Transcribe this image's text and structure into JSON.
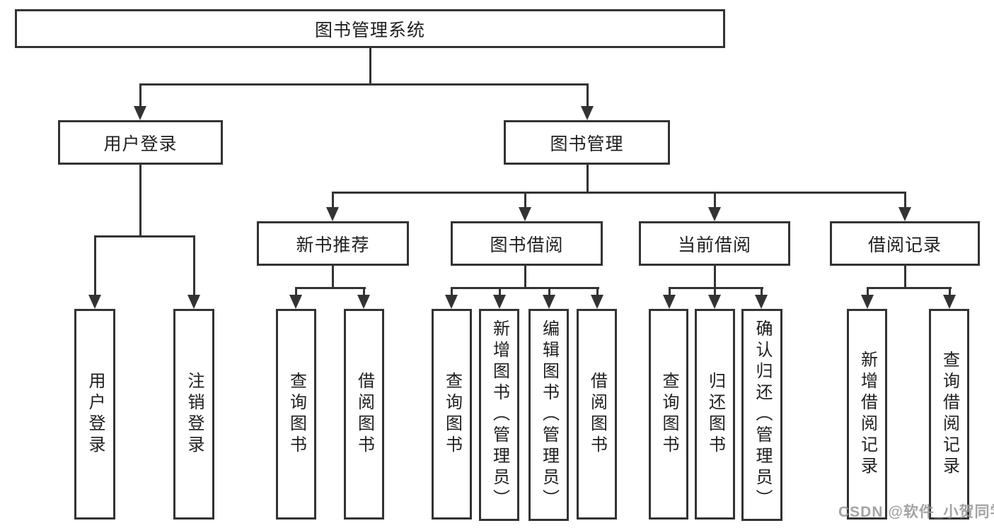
{
  "diagram": {
    "title": "图书管理系统",
    "root": {
      "label": "图书管理系统"
    },
    "level2": [
      {
        "label": "用户登录"
      },
      {
        "label": "图书管理"
      }
    ],
    "level3": [
      {
        "label": "新书推荐"
      },
      {
        "label": "图书借阅"
      },
      {
        "label": "当前借阅"
      },
      {
        "label": "借阅记录"
      }
    ],
    "leaves": [
      {
        "label": "用户登录",
        "parent": "用户登录"
      },
      {
        "label": "注销登录",
        "parent": "用户登录"
      },
      {
        "label": "查询图书",
        "parent": "新书推荐"
      },
      {
        "label": "借阅图书",
        "parent": "新书推荐"
      },
      {
        "label": "查询图书",
        "parent": "图书借阅"
      },
      {
        "label": "新增图书（管理员）",
        "parent": "图书借阅"
      },
      {
        "label": "编辑图书（管理员）",
        "parent": "图书借阅"
      },
      {
        "label": "借阅图书",
        "parent": "图书借阅"
      },
      {
        "label": "查询图书",
        "parent": "当前借阅"
      },
      {
        "label": "归还图书",
        "parent": "当前借阅"
      },
      {
        "label": "确认归还（管理员）",
        "parent": "当前借阅"
      },
      {
        "label": "新增借阅记录",
        "parent": "借阅记录"
      },
      {
        "label": "查询借阅记录",
        "parent": "借阅记录"
      }
    ]
  },
  "watermark": {
    "text": "CSDN @软件_小贺同学"
  },
  "colors": {
    "line": "#333333",
    "text": "#1f1f1f",
    "watermark": "#969696",
    "background": "#ffffff"
  }
}
